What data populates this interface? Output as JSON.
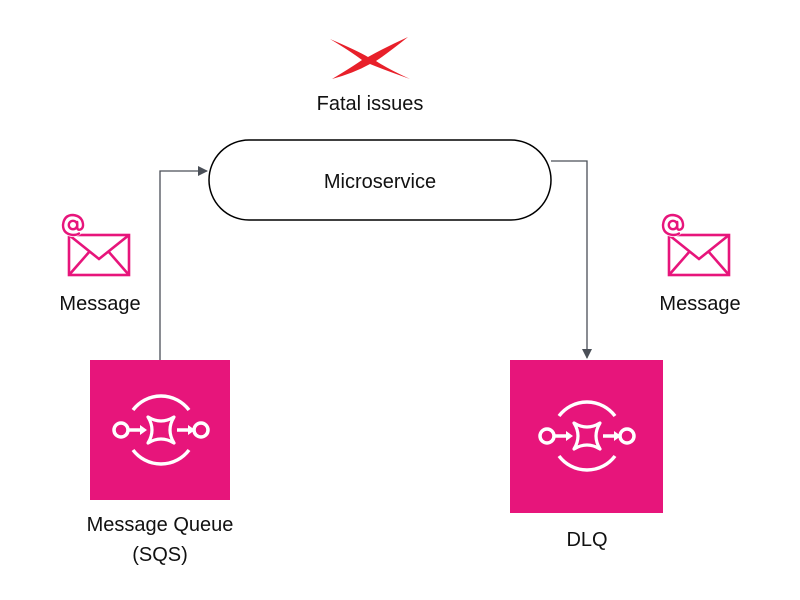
{
  "fatal": {
    "label": "Fatal issues",
    "icon": "x-icon",
    "color": "#e8202a"
  },
  "microservice": {
    "label": "Microservice"
  },
  "message_left": {
    "label": "Message",
    "icon": "email-icon"
  },
  "message_right": {
    "label": "Message",
    "icon": "email-icon"
  },
  "queue": {
    "label_line1": "Message Queue",
    "label_line2": "(SQS)",
    "icon": "sqs-queue-icon"
  },
  "dlq": {
    "label": "DLQ",
    "icon": "sqs-queue-icon"
  },
  "colors": {
    "accent": "#e7157b",
    "connector": "#4a4f57",
    "text": "#111111"
  }
}
